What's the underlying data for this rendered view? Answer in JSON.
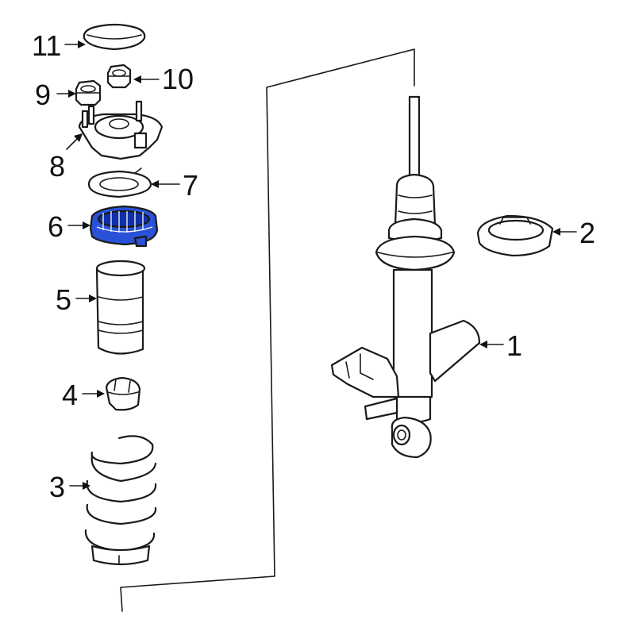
{
  "colors": {
    "highlight": "#2a52d8",
    "highlight_dark": "#1030a8",
    "line": "#1a1a1a",
    "background": "#ffffff"
  },
  "callouts": {
    "c1": "1",
    "c2": "2",
    "c3": "3",
    "c4": "4",
    "c5": "5",
    "c6": "6",
    "c7": "7",
    "c8": "8",
    "c9": "9",
    "c10": "10",
    "c11": "11"
  },
  "highlighted_part": "6"
}
